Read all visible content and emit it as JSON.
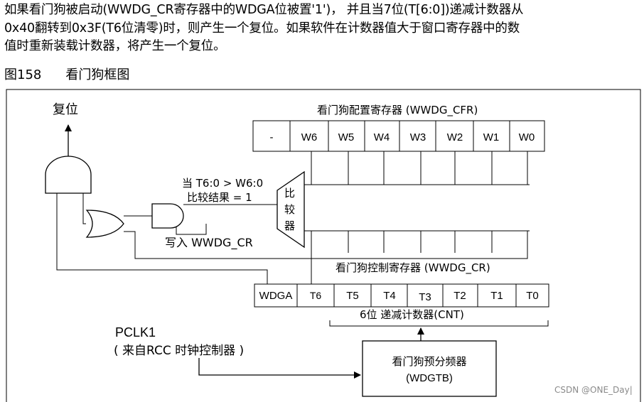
{
  "paragraph": {
    "line1": "如果看门狗被启动(WWDG_CR寄存器中的WDGA位被置'1')， 并且当7位(T[6:0])递减计数器从",
    "line2": "0x40翻转到0x3F(T6位清零)时，则产生一个复位。如果软件在计数器值大于窗口寄存器中的数",
    "line3": "值时重新装载计数器，将产生一个复位。"
  },
  "figure": {
    "number": "图158",
    "title": "看门狗框图"
  },
  "diagram": {
    "reset_label": "复位",
    "cfr": {
      "title": "看门狗配置寄存器 (WWDG_CFR)",
      "cells": [
        "-",
        "W6",
        "W5",
        "W4",
        "W3",
        "W2",
        "W1",
        "W0"
      ]
    },
    "cr": {
      "title": "看门狗控制寄存器 (WWDG_CR)",
      "cells": [
        "WDGA",
        "T6",
        "T5",
        "T4",
        "T3",
        "T2",
        "T1",
        "T0"
      ]
    },
    "comparator": {
      "chars": [
        "比",
        "较",
        "器"
      ],
      "condition_line1": "当 T6:0 > W6:0",
      "condition_line2": "比较结果 = 1"
    },
    "write_label": "写入 WWDG_CR",
    "counter_label": "6位 递减计数器(CNT)",
    "pclk": {
      "line1": "PCLK1",
      "line2": "( 来自RCC 时钟控制器 )"
    },
    "prescaler": {
      "line1": "看门狗预分频器",
      "line2": "(WDGTB)"
    }
  },
  "watermark": "CSDN @ONE_Day|"
}
